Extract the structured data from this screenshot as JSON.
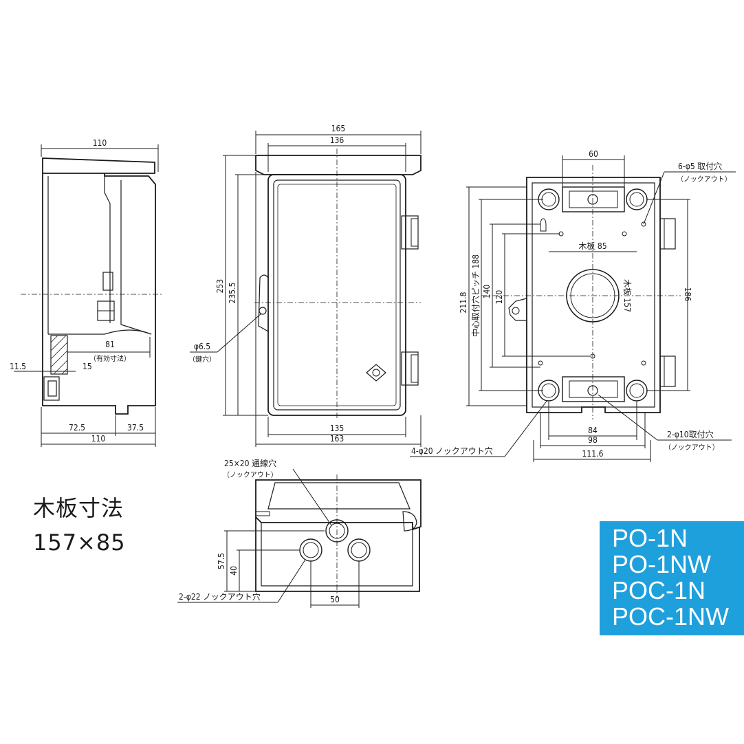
{
  "colors": {
    "line": "#1a1a1a",
    "badge": "#1ea0dc"
  },
  "side_view": {
    "top_width": "110",
    "inner_width": "81",
    "inner_note": "（有効寸法）",
    "dim_15": "15",
    "dim_11_5": "11.5",
    "bottom_left": "72.5",
    "bottom_right": "37.5",
    "bottom_total": "110"
  },
  "front_view": {
    "width_165": "165",
    "width_136": "136",
    "height_253": "253",
    "height_235_5": "235.5",
    "key_hole": "φ6.5",
    "key_hole_note": "（鍵穴）",
    "bottom_135": "135",
    "bottom_163": "163"
  },
  "back_view": {
    "top_60": "60",
    "mount_holes": "6-φ5 取付穴",
    "mount_holes_note": "（ノックアウト）",
    "board_85": "木板 85",
    "board_157": "木板 157",
    "center_pitch": "中心取付穴ピッチ 188",
    "h_211_8": "211.8",
    "h_140": "140",
    "h_120": "120",
    "h_186": "186",
    "w_84": "84",
    "w_98": "98",
    "w_111_6": "111.6",
    "holes_10": "2-φ10取付穴",
    "holes_10_note": "（ノックアウト）",
    "knockout_20": "4-φ20 ノックアウト穴"
  },
  "bottom_view": {
    "cable_hole": "25×20 通線穴",
    "cable_hole_note": "（ノックアウト）",
    "h_57_5": "57.5",
    "h_40": "40",
    "knockout_22": "2-φ22 ノックアウト穴",
    "w_50": "50"
  },
  "heading": {
    "line1": "木板寸法",
    "line2": "157×85"
  },
  "models": [
    "PO-1N",
    "PO-1NW",
    "POC-1N",
    "POC-1NW"
  ]
}
